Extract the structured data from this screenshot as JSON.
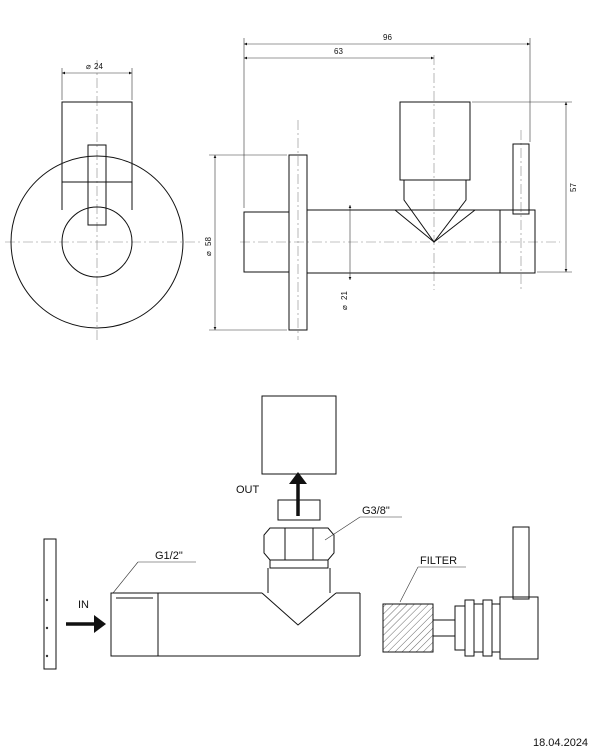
{
  "dimensions": {
    "d_handle": "24",
    "overall_length": "96",
    "center_length": "63",
    "height": "57",
    "d_rosette": "58",
    "d_pipe": "21",
    "diameter_symbol": "⌀"
  },
  "labels": {
    "inlet_thread": "G1/2\"",
    "outlet_thread": "G3/8\"",
    "filter": "FILTER",
    "in": "IN",
    "out": "OUT"
  },
  "footer": {
    "date": "18.04.2024"
  }
}
